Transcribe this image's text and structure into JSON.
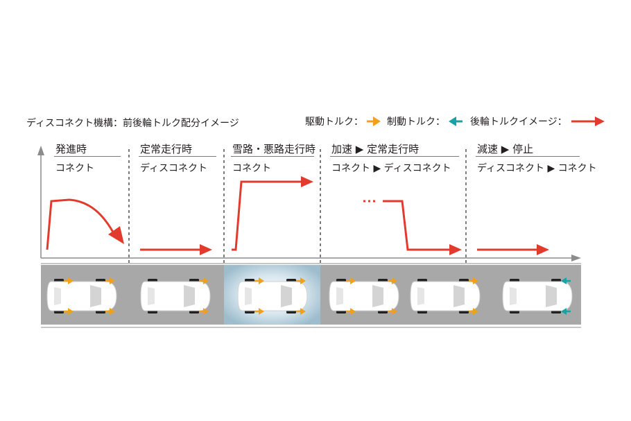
{
  "title": "ディスコネクト機構：前後輪トルク配分イメージ",
  "legend": {
    "drive": "駆動トルク：",
    "brake": "制動トルク：",
    "rear": "後輪トルクイメージ："
  },
  "phases": [
    {
      "title": "発進時",
      "mode": "コネクト"
    },
    {
      "title": "定常走行時",
      "mode": "ディスコネクト"
    },
    {
      "title": "雪路・悪路走行時",
      "mode": "コネクト"
    },
    {
      "title": "加速 ▶ 定常走行時",
      "mode": "コネクト ▶ ディスコネクト"
    },
    {
      "title": "減速 ▶ 停止",
      "mode": "ディスコネクト ▶ コネクト"
    }
  ],
  "colors": {
    "drive": "#f0a11c",
    "brake": "#17a3a6",
    "rear": "#e23b2e",
    "axis": "#8c8c8c",
    "road": "#a8a8a8"
  }
}
